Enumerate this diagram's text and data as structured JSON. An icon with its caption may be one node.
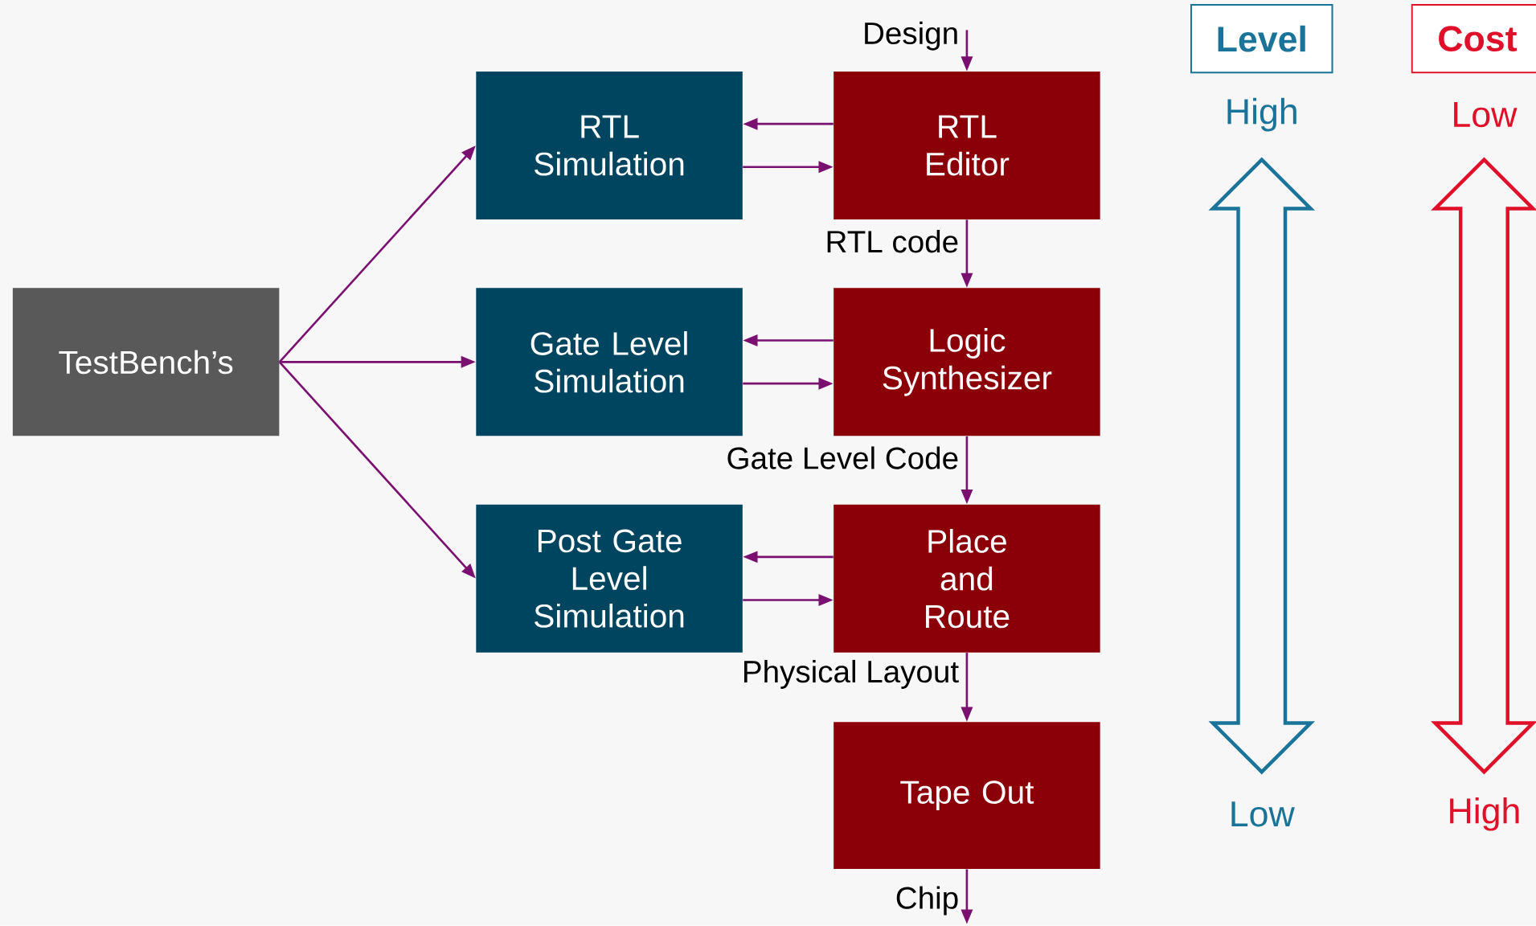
{
  "diagram": {
    "nodes": [
      {
        "text": [
          "TestBench’s"
        ]
      },
      {
        "text": [
          "RTL Simulation"
        ]
      },
      {
        "text": [
          "RTL Editor"
        ]
      },
      {
        "text": [
          "Gate Level Simulation"
        ]
      },
      {
        "text": [
          "Logic Synthesizer"
        ]
      },
      {
        "text": [
          "Post Gate Level Simulation"
        ]
      },
      {
        "text": [
          "Place and Route"
        ]
      },
      {
        "text": [
          "Tape Out"
        ]
      },
      {
        "text": [
          "Level"
        ]
      },
      {
        "text": [
          "Cost"
        ]
      }
    ],
    "edges": [
      {
        "from": null,
        "to": 2,
        "arrow": "to",
        "label": "Design"
      },
      {
        "from": 2,
        "to": 1,
        "arrow": "to"
      },
      {
        "from": 1,
        "to": 2,
        "arrow": "to"
      },
      {
        "from": 0,
        "to": 1,
        "arrow": "to"
      },
      {
        "from": 0,
        "to": 3,
        "arrow": "to"
      },
      {
        "from": 0,
        "to": 5,
        "arrow": "to"
      },
      {
        "from": 2,
        "to": 4,
        "arrow": "to",
        "label": "RTL code"
      },
      {
        "from": 4,
        "to": 3,
        "arrow": "to"
      },
      {
        "from": 3,
        "to": 4,
        "arrow": "to"
      },
      {
        "from": 4,
        "to": 6,
        "arrow": "to",
        "label": "Gate Level Code"
      },
      {
        "from": 6,
        "to": 5,
        "arrow": "to"
      },
      {
        "from": 5,
        "to": 6,
        "arrow": "to"
      },
      {
        "from": 6,
        "to": 7,
        "arrow": "to",
        "label": "Physical Layout"
      },
      {
        "from": 7,
        "to": null,
        "arrow": "to",
        "label": "Chip"
      }
    ],
    "labels": [
      "High",
      "Low",
      "Low",
      "High"
    ]
  }
}
